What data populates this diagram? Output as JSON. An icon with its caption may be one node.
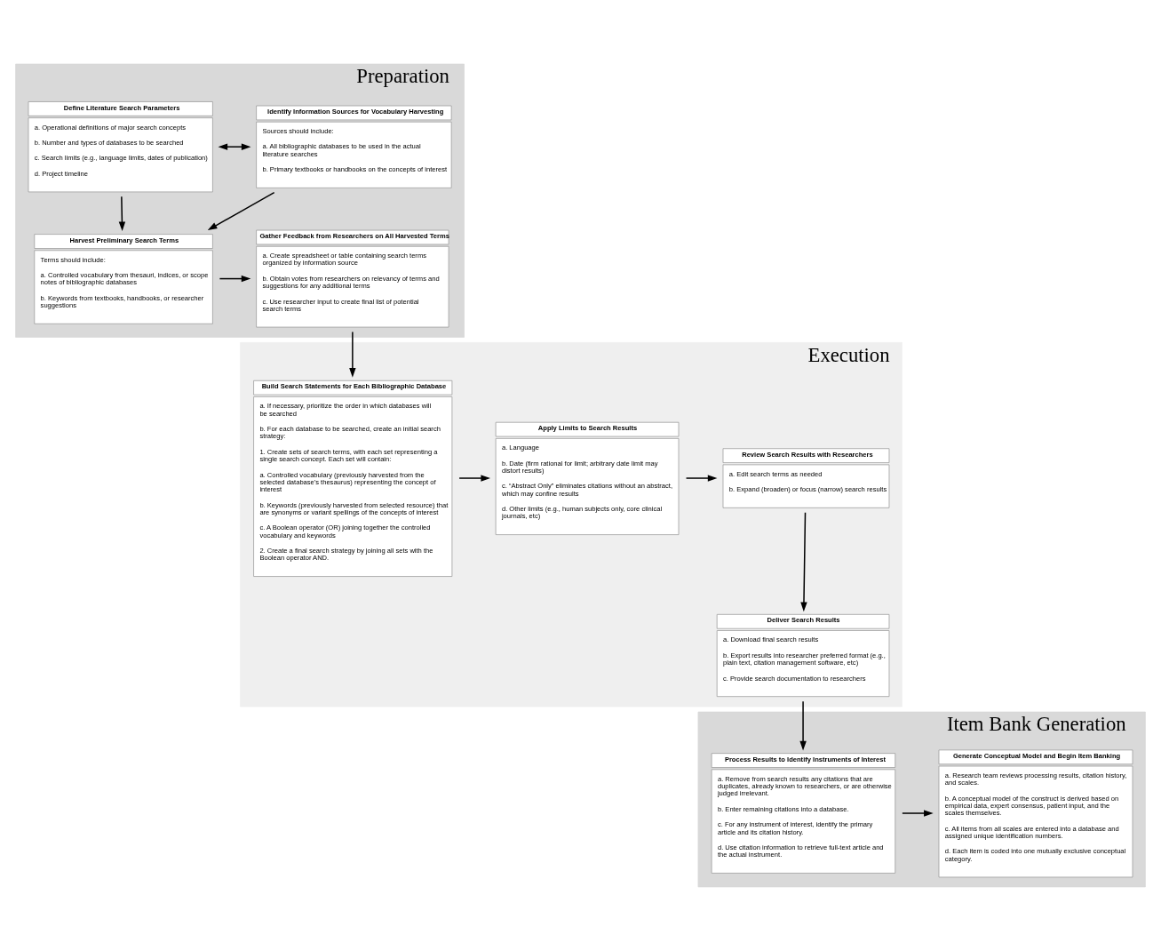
{
  "diagram": {
    "nodes": [
      {
        "text": [
          "Preparation"
        ]
      },
      {
        "text": [
          "Define Literature Search Parameters",
          "a. Operational definitions of major search concepts",
          "b. Number and types of databases to be searched",
          "c. Search limits (e.g., language limits, dates of publication)",
          "d. Project timeline"
        ],
        "in": 0
      },
      {
        "text": [
          "Identify Information Sources for Vocabulary Harvesting",
          "Sources should include:",
          "a. All bibliographic databases to be used in the actual literature searches",
          "b. Primary textbooks or handbooks on the concepts of interest"
        ],
        "in": 0
      },
      {
        "text": [
          "Harvest Preliminary Search Terms",
          "Terms should include:",
          "a. Controlled vocabulary from thesauri, indices, or scope notes of bibliographic databases",
          "b. Keywords from textbooks, handbooks, or researcher suggestions"
        ],
        "in": 0
      },
      {
        "text": [
          "Gather Feedback from Researchers on All Harvested Terms",
          "a. Create spreadsheet or table containing search terms organized by information source",
          "b. Obtain votes from researchers on relevancy of terms and suggestions for any additional terms",
          "c. Use researcher input to create final list of potential search terms"
        ],
        "in": 0
      },
      {
        "text": [
          "Execution"
        ]
      },
      {
        "text": [
          "Build Search Statements for Each Bibliographic Database",
          "a. If necessary, prioritize the order in which databases will be searched",
          "b. For each database to be searched, create an initial search strategy:",
          "1. Create sets of search terms, with each set representing a single search concept. Each set will contain:",
          "a. Controlled vocabulary (previously harvested from the selected database's thesaurus) representing the concept of interest",
          "b. Keywords (previously harvested from selected resource) that are synonyms or variant spellings of the concepts of interest",
          "c. A Boolean operator (OR) joining together the controlled vocabulary and keywords",
          "2. Create a final search strategy by joining all sets with the Boolean operator AND."
        ],
        "in": 5
      },
      {
        "text": [
          "Apply Limits to Search Results",
          "a. Language",
          "b. Date (firm rational for limit; arbitrary date limit may distort results)",
          "c. “Abstract Only” eliminates citations without an abstract, which may confine results",
          "d. Other limits (e.g., human subjects only, core clinical journals, etc)"
        ],
        "in": 5
      },
      {
        "text": [
          "Review Search Results with Researchers",
          "a. Edit search terms as needed",
          "b. Expand (broaden) or focus (narrow) search results"
        ],
        "in": 5
      },
      {
        "text": [
          "Deliver Search Results",
          "a. Download final search results",
          "b. Export results into researcher preferred format (e.g., plain text, citation management software, etc)",
          "c. Provide search documentation to researchers"
        ],
        "in": 5
      },
      {
        "text": [
          "Item Bank Generation"
        ]
      },
      {
        "text": [
          "Process Results to Identify Instruments of Interest",
          "a. Remove from search results any citations that are duplicates, already known to researchers, or are otherwise judged irrelevant.",
          "b. Enter remaining citations into a database.",
          "c. For any instrument of interest, identify the primary article and its citation history.",
          "d. Use citation information to retrieve full-text article and the actual instrument."
        ],
        "in": 10
      },
      {
        "text": [
          "Generate Conceptual Model and Begin Item Banking",
          "a. Research team reviews processing results, citation history, and scales.",
          "b. A conceptual model of the construct is derived based on empirical data, expert consensus, patient input, and the scales themselves.",
          "c. All items from all scales are entered into a database and assigned unique identification numbers.",
          "d. Each item is coded into one mutually exclusive conceptual category."
        ],
        "in": 10
      }
    ],
    "edges": [
      {
        "from": 1,
        "to": 2,
        "arrow": "both"
      },
      {
        "from": 1,
        "to": 3,
        "arrow": "to"
      },
      {
        "from": 2,
        "to": 3,
        "arrow": "to"
      },
      {
        "from": 3,
        "to": 4,
        "arrow": "to"
      },
      {
        "from": 4,
        "to": 6,
        "arrow": "to"
      },
      {
        "from": 6,
        "to": 7,
        "arrow": "to"
      },
      {
        "from": 7,
        "to": 8,
        "arrow": "to"
      },
      {
        "from": 8,
        "to": 9,
        "arrow": "to"
      },
      {
        "from": 9,
        "to": 11,
        "arrow": "to"
      },
      {
        "from": 11,
        "to": 12,
        "arrow": "to"
      }
    ]
  }
}
